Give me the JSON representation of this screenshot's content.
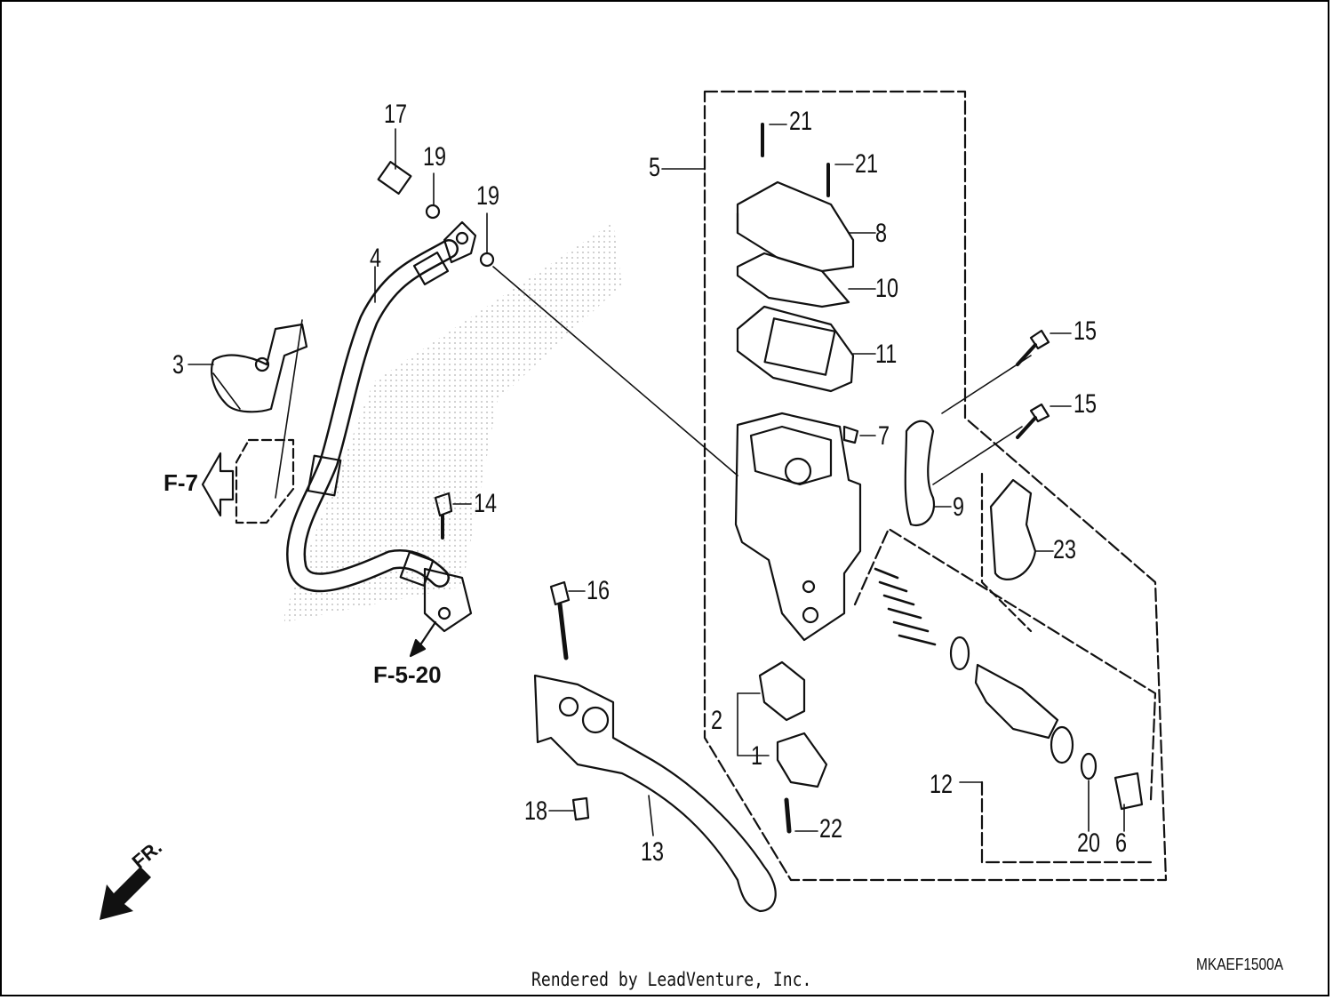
{
  "callouts": {
    "c1": "1",
    "c2": "2",
    "c3": "3",
    "c4": "4",
    "c5": "5",
    "c6": "6",
    "c7": "7",
    "c8": "8",
    "c9": "9",
    "c10": "10",
    "c11": "11",
    "c12": "12",
    "c13": "13",
    "c14": "14",
    "c15a": "15",
    "c15b": "15",
    "c16": "16",
    "c17": "17",
    "c18": "18",
    "c19a": "19",
    "c19b": "19",
    "c20": "20",
    "c21a": "21",
    "c21b": "21",
    "c22": "22",
    "c23": "23"
  },
  "refs": {
    "f7": "F-7",
    "f520": "F-5-20",
    "front": "FR."
  },
  "footer": {
    "credit": "Rendered by LeadVenture, Inc.",
    "diagram_code": "MKAEF1500A"
  },
  "colors": {
    "ink": "#111111",
    "hatch": "#b5b5b5",
    "background": "#ffffff"
  }
}
